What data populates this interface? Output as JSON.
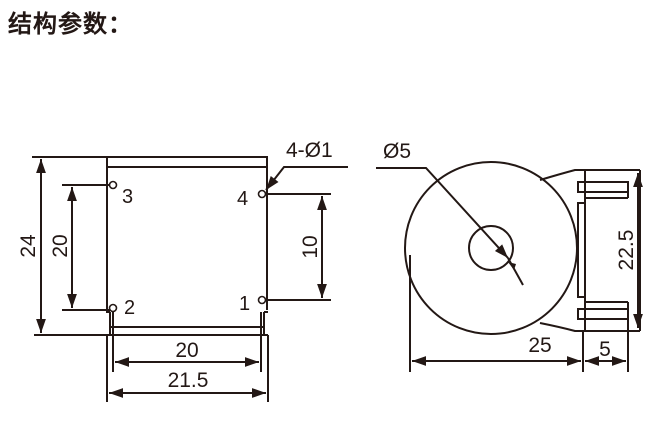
{
  "title": "结构参数：",
  "front_view": {
    "overall_height": "24",
    "pin_spacing_vertical": "20",
    "pin_spacing_right": "10",
    "pin_spacing_horizontal": "20",
    "overall_width": "21.5",
    "pin_callout": "4-Ø1",
    "pins": [
      "1",
      "2",
      "3",
      "4"
    ]
  },
  "side_view": {
    "hole_diameter": "Ø5",
    "body_diameter": "25",
    "base_depth": "5",
    "base_height": "22.5"
  },
  "colors": {
    "line": "#231815",
    "background": "#ffffff"
  }
}
